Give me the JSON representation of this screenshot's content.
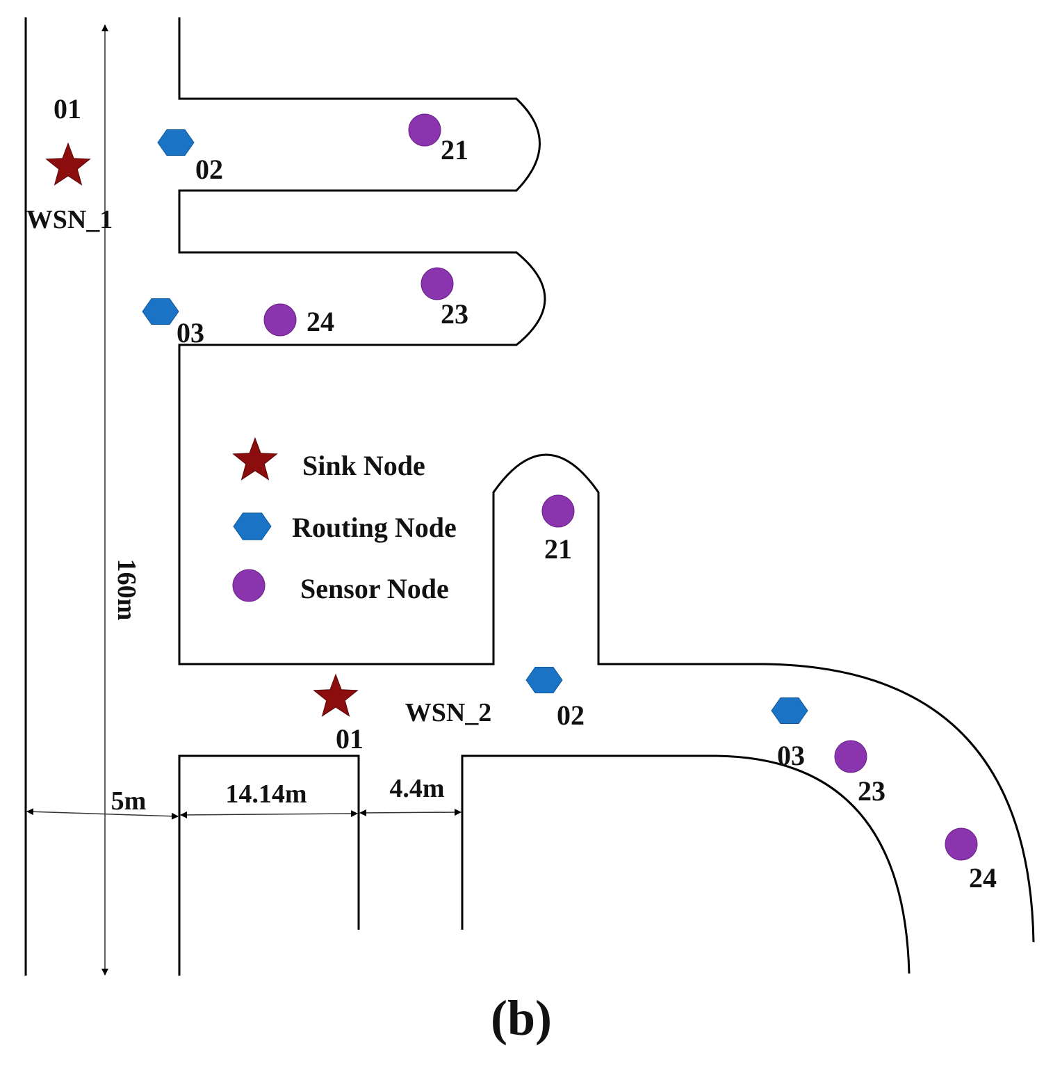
{
  "colors": {
    "sink": "#8b0d0d",
    "routing": "#1a73c4",
    "sensor": "#8a35ad"
  },
  "legend": {
    "sink": "Sink Node",
    "routing": "Routing Node",
    "sensor": "Sensor Node"
  },
  "networks": {
    "wsn1": {
      "name": "WSN_1",
      "sink": "01",
      "routing_a": "02",
      "routing_b": "03",
      "sensor_a": "21",
      "sensor_b": "23",
      "sensor_c": "24"
    },
    "wsn2": {
      "name": "WSN_2",
      "sink": "01",
      "routing_a": "02",
      "routing_b": "03",
      "sensor_a": "21",
      "sensor_b": "23",
      "sensor_c": "24"
    }
  },
  "dimensions": {
    "length": "160m",
    "width_a": "5m",
    "width_b": "14.14m",
    "width_c": "4.4m"
  },
  "caption": "(b)"
}
